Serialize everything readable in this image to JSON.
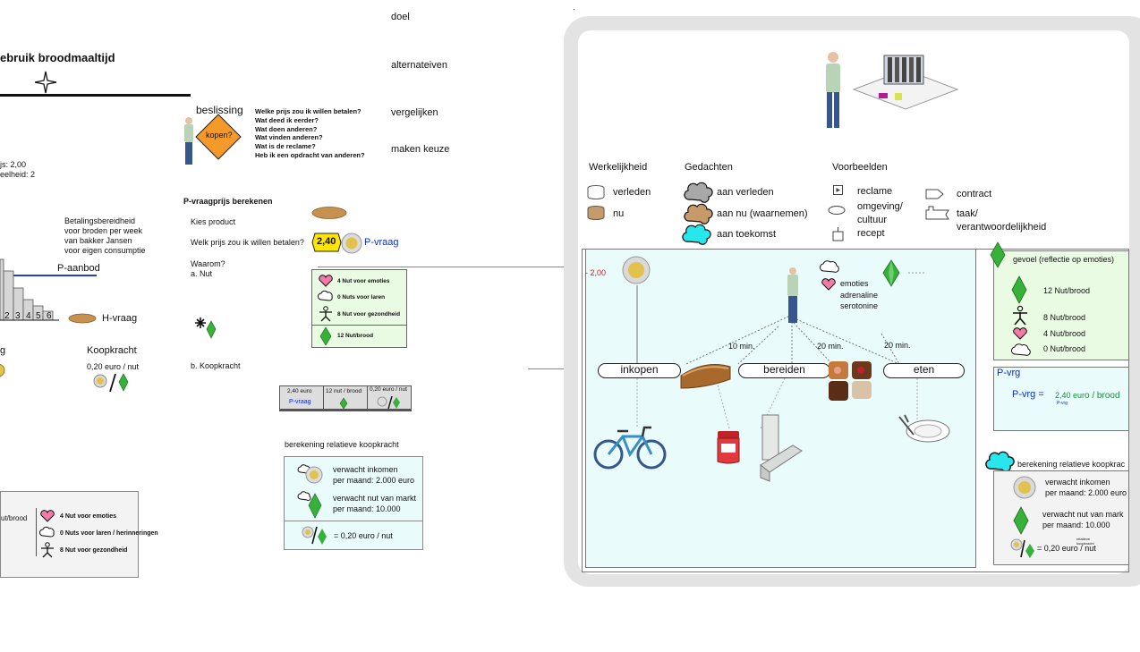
{
  "left_panel": {
    "title": "ebruik broodmaaltijd",
    "price_line1": "js: 2,00",
    "price_line2": "eelheid: 2",
    "payment_note": [
      "Betalingsbereidheid",
      "voor broden per week",
      "van bakker Jansen",
      "voor eigen consumptie"
    ],
    "p_aanbod": "P-aanbod",
    "bar_labels": [
      "2",
      "3",
      "4",
      "5",
      "6"
    ],
    "h_vraag": "H-vraag",
    "koopkracht_title": "Koopkracht",
    "koopkracht_value": "0,20 euro / nut",
    "g_fragment": "g",
    "legend_left": "ut/brood",
    "legend_items": [
      "4 Nut voor emoties",
      "0 Nuts voor laren / herinneringen",
      "8 Nut voor gezondheid"
    ]
  },
  "decision": {
    "label": "beslissing",
    "diamond_text": "kopen?",
    "questions": [
      "Welke prijs zou ik willen betalen?",
      "Wat deed ik eerder?",
      "Wat doen anderen?",
      "Wat vinden anderen?",
      "Wat is de reclame?",
      "Heb ik een opdracht van anderen?"
    ],
    "steps": [
      "doel",
      "alternateiven",
      "vergelijken",
      "maken keuze"
    ]
  },
  "p_vraag_calc": {
    "title": "P-vraagprijs berekenen",
    "kies": "Kies product",
    "welk": "Welk prijs zou ik willen betalen?",
    "price_tag": "2,40",
    "p_vraag": "P-vraag",
    "waarom": "Waarom?",
    "a_nut": "a. Nut",
    "nut_items": [
      "4 Nut voor emoties",
      "0 Nuts voor laren",
      "8 Nut voor gezondheid",
      "12 Nut/brood"
    ],
    "b_koopkracht": "b. Koopkracht",
    "table_cells": [
      {
        "top": "2,40 euro",
        "bottom": "P-vraag"
      },
      {
        "top": "12 nut / brood",
        "bottom": ""
      },
      {
        "top": "0,20 euro / nut",
        "bottom": ""
      }
    ],
    "rel_title": "berekening relatieve koopkracht",
    "rel_row1": [
      "verwacht inkomen",
      "per maand: 2.000 euro"
    ],
    "rel_row2": [
      "verwacht nut van markt",
      "per maand: 10.000"
    ],
    "rel_row3": "= 0,20 euro / nut"
  },
  "right_panel": {
    "legend": {
      "col1_title": "Werkelijkheid",
      "col1_items": [
        "verleden",
        "nu"
      ],
      "col2_title": "Gedachten",
      "col2_items": [
        "aan verleden",
        "aan nu (waarnemen)",
        "aan toekomst"
      ],
      "col3_title": "Voorbeelden",
      "col3_items": [
        "reclame",
        "omgeving/",
        "cultuur",
        "recept"
      ],
      "col4_items": [
        "contract",
        "taak/",
        "verantwoordelijkheid"
      ]
    },
    "scene": {
      "minus_price": "- 2,00",
      "emoties": [
        "emoties",
        "adrenaline",
        "serotonine"
      ],
      "durations": [
        "10 min.",
        "20 min.",
        "20 min."
      ],
      "steps": [
        "inkopen",
        "bereiden",
        "eten"
      ]
    },
    "gevoel": {
      "title": "gevoel (reflectie op emoties)",
      "rows": [
        "12 Nut/brood",
        "8 Nut/brood",
        "4 Nut/brood",
        "0 Nut/brood"
      ]
    },
    "pvrg": {
      "title": "P-vrg",
      "label": "P-vrg =",
      "value_pre": "2,40 eur",
      "value_post": "o / brood",
      "sub": "P-vrg"
    },
    "rel": {
      "title": "berekening relatieve koopkrac",
      "row1": [
        "verwacht inkomen",
        "per maand: 2.000 euro"
      ],
      "row2": [
        "verwacht nut van mark",
        "per maand: 10.000"
      ],
      "row3": "= 0,20 euro / nut",
      "small_note": [
        "relatieve",
        "koopkracht"
      ]
    }
  },
  "colors": {
    "frame": "#e3e3e3",
    "scene_bg": "#eafbfb",
    "nut_box_bg": "#eafbe3",
    "diamond": "#f39a2b",
    "blue_line": "#1f3fd0",
    "green_gem": "#38b13b",
    "price_tag": "#ffe600",
    "link_blue": "#0a2fd0",
    "red": "#e0151a",
    "cyan_cloud": "#27e6ec",
    "brown": "#c79a6a"
  }
}
